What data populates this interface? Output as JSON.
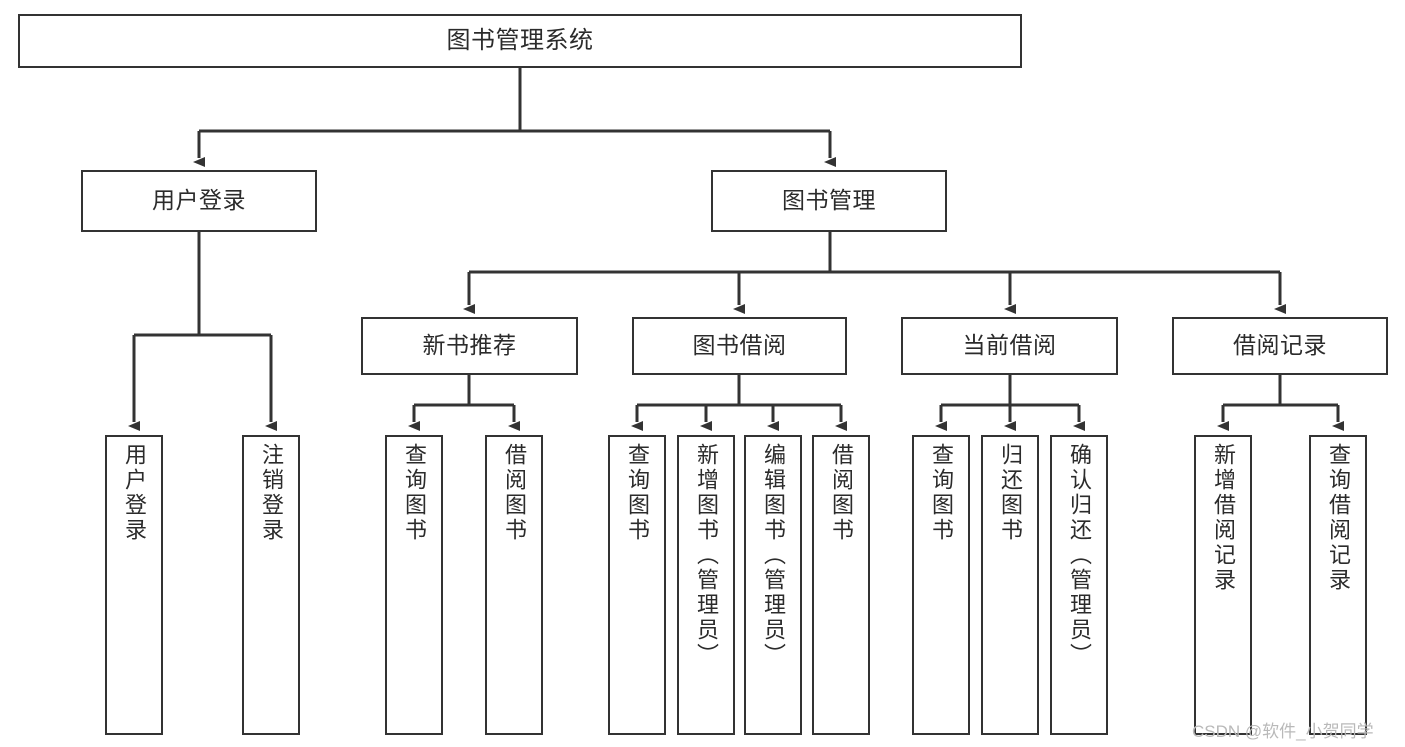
{
  "diagram": {
    "title": "图书管理系统",
    "type": "tree-hierarchy",
    "orientation": "top-down",
    "style": {
      "box_fill": "#ffffff",
      "box_stroke": "#333333",
      "text_color": "#2b2b2b",
      "connector_color": "#333333",
      "background": "#ffffff"
    }
  },
  "root": {
    "label": "图书管理系统"
  },
  "level2": [
    {
      "label": "用户登录"
    },
    {
      "label": "图书管理"
    }
  ],
  "level3": [
    {
      "label": "新书推荐"
    },
    {
      "label": "图书借阅"
    },
    {
      "label": "当前借阅"
    },
    {
      "label": "借阅记录"
    }
  ],
  "leaves": {
    "user_login": [
      {
        "label": "用户登录"
      },
      {
        "label": "注销登录"
      }
    ],
    "new_book_recommend": [
      {
        "label": "查询图书"
      },
      {
        "label": "借阅图书"
      }
    ],
    "book_borrow": [
      {
        "label": "查询图书"
      },
      {
        "label": "新增图书（管理员）"
      },
      {
        "label": "编辑图书（管理员）"
      },
      {
        "label": "借阅图书"
      }
    ],
    "current_borrow": [
      {
        "label": "查询图书"
      },
      {
        "label": "归还图书"
      },
      {
        "label": "确认归还（管理员）"
      }
    ],
    "borrow_record": [
      {
        "label": "新增借阅记录"
      },
      {
        "label": "查询借阅记录"
      }
    ]
  },
  "watermark": {
    "text": "CSDN @软件_小贺同学"
  }
}
